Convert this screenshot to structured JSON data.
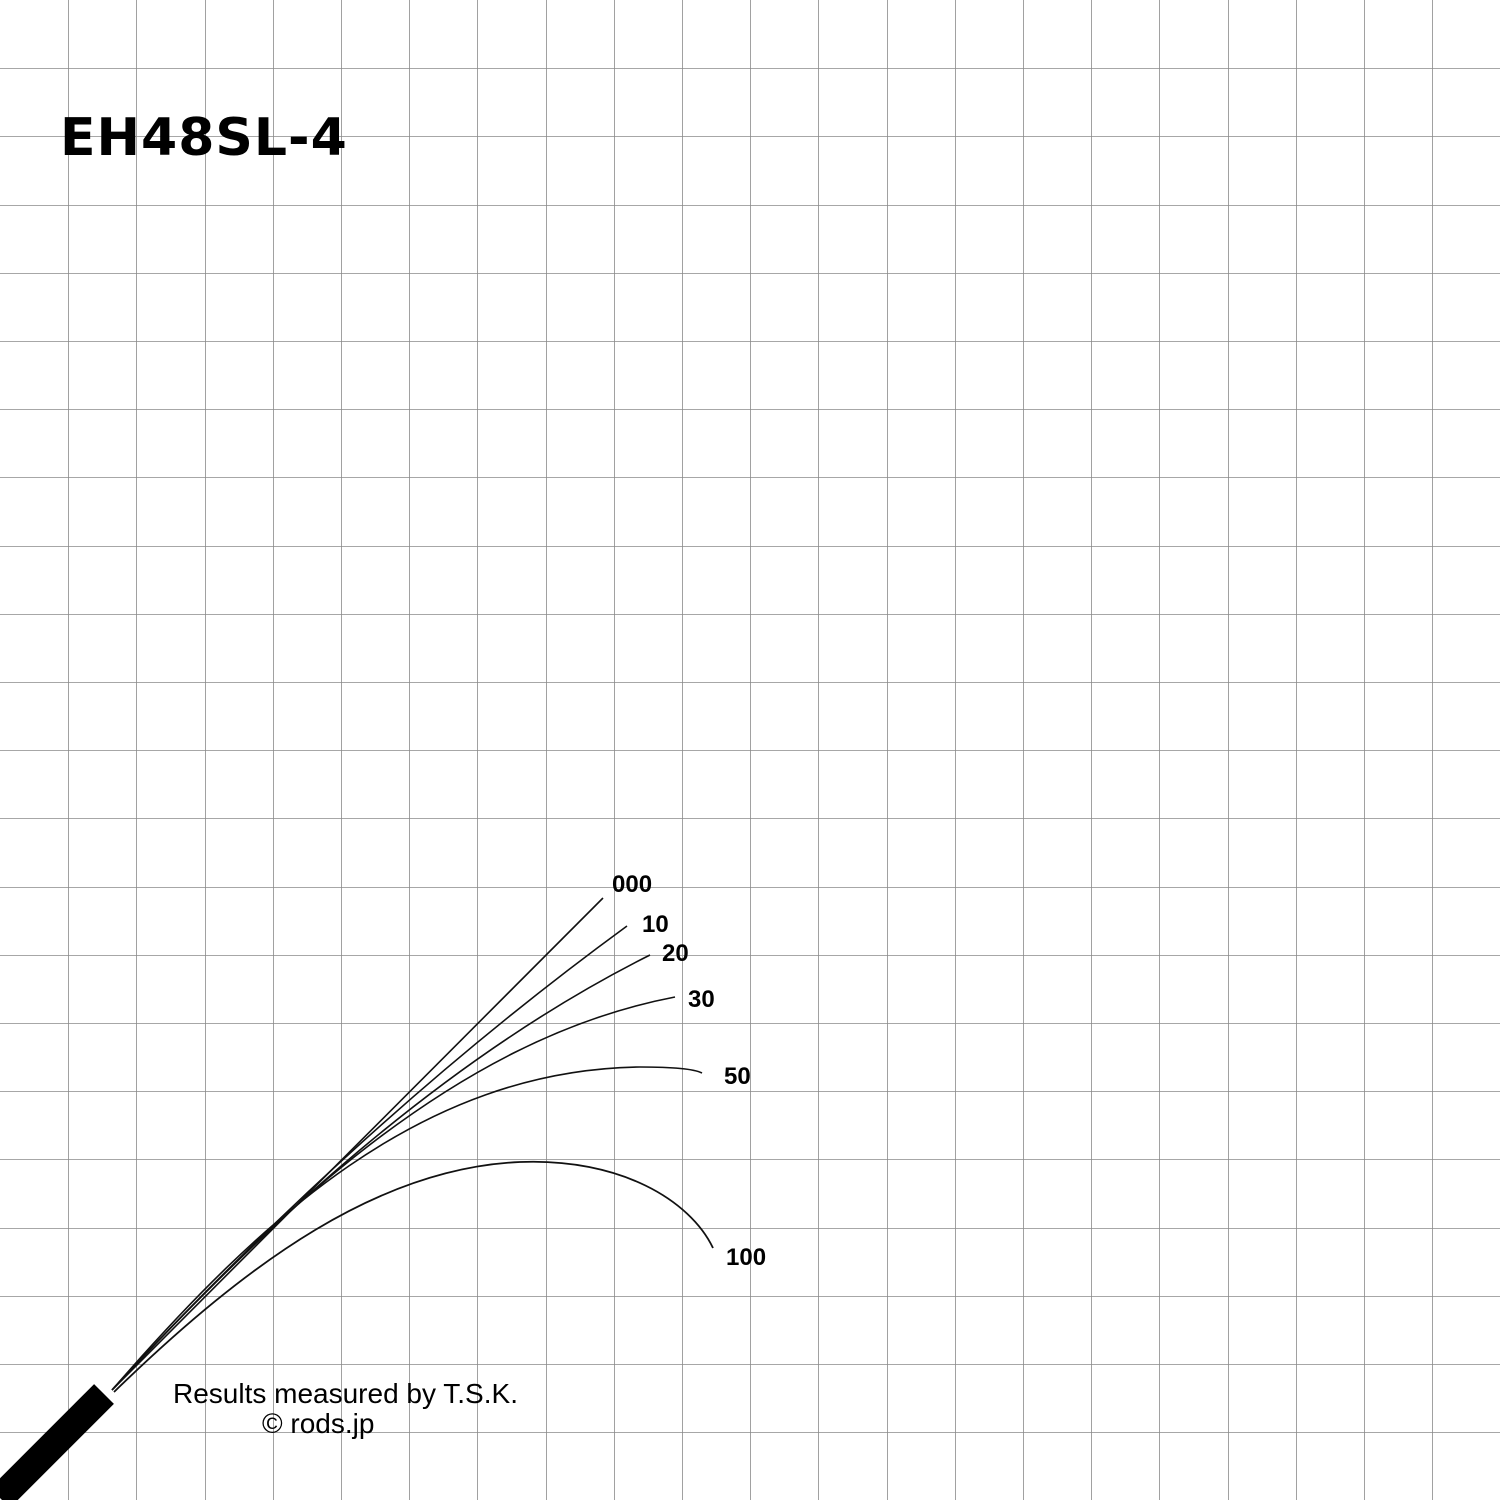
{
  "title": "EH48SL-4",
  "chart_data": {
    "type": "line",
    "title": "EH48SL-4",
    "description_labels": [
      "000",
      "10",
      "20",
      "30",
      "50",
      "100"
    ],
    "series": [
      {
        "name": "000"
      },
      {
        "name": "10"
      },
      {
        "name": "20"
      },
      {
        "name": "30"
      },
      {
        "name": "50"
      },
      {
        "name": "100"
      }
    ],
    "grid": true
  },
  "credits": {
    "measured": "Results measured by T.S.K.",
    "copyright": "© rods.jp"
  }
}
